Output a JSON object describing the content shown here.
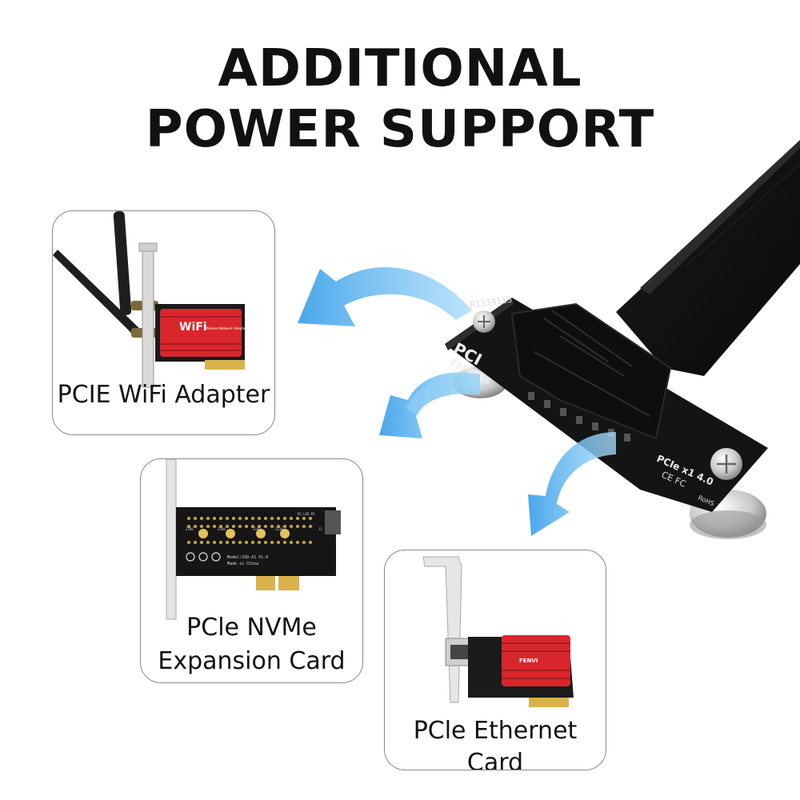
{
  "headline": {
    "line1": "ADDITIONAL",
    "line2": "POWER SUPPORT"
  },
  "cards": {
    "wifi": {
      "label": "PCIE WiFi Adapter",
      "card_text": "WiFi",
      "card_subtext": "Wireless Network Adapter"
    },
    "nvme": {
      "label_line1": "PCle NVMe",
      "label_line2": "Expansion Card",
      "board_text": "Model:SSD-X1 V1.0",
      "board_text2": "Made in China",
      "slot_labels": [
        "2280",
        "2260",
        "2242",
        "2230",
        "J1"
      ],
      "led_text": "R2 LED R1"
    },
    "ethernet": {
      "label": "PCle Ethernet Card",
      "heatsink_text": "FENVI"
    }
  },
  "riser": {
    "serial": "R133411S",
    "logo_top": "PCI",
    "logo_bottom": "EXPRESS",
    "model_text": "PCIe x1 4.0",
    "cert_text": "CE FC",
    "rohs": "RoHS"
  },
  "colors": {
    "arrow": "#5ab4f0",
    "heatsink_red": "#d8262c",
    "pcb_black": "#161616",
    "gold": "#d9b24a"
  },
  "icons": [
    "arrow-to-wifi-icon",
    "arrow-to-nvme-icon",
    "arrow-to-ethernet-icon",
    "screw-icon"
  ]
}
